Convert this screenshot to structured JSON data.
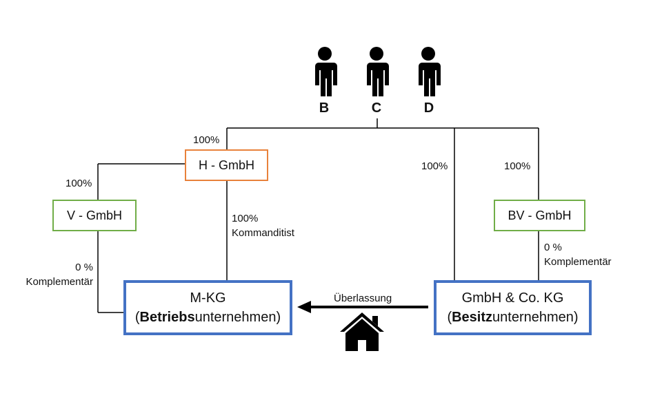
{
  "persons": [
    "B",
    "C",
    "D"
  ],
  "entities": {
    "h_gmbh": "H - GmbH",
    "v_gmbh": "V - GmbH",
    "bv_gmbh": "BV - GmbH",
    "m_kg": {
      "line1": "M-KG",
      "open": "(",
      "bold": "Betriebs",
      "rest": "unternehmen)"
    },
    "gmbh_co_kg": {
      "line1": "GmbH & Co. KG",
      "open": "(",
      "bold": "Besitz",
      "rest": "unternehmen)"
    }
  },
  "labels": {
    "h_share": "100%",
    "v_share": "100%",
    "mid_share": "100%",
    "bv_share": "100%",
    "kommanditist_pct": "100%",
    "kommanditist": "Kommanditist",
    "v_kompl_pct": "0 %",
    "v_kompl": "Komplementär",
    "bv_kompl_pct": "0 %",
    "bv_kompl": "Komplementär",
    "ueberlassung": "Überlassung"
  },
  "colors": {
    "orange": "#e8813a",
    "green": "#70ad47",
    "blue": "#4472c4",
    "line": "#000000"
  },
  "icons": [
    "person-icon",
    "person-icon",
    "person-icon",
    "house-icon",
    "arrow-left-icon"
  ]
}
